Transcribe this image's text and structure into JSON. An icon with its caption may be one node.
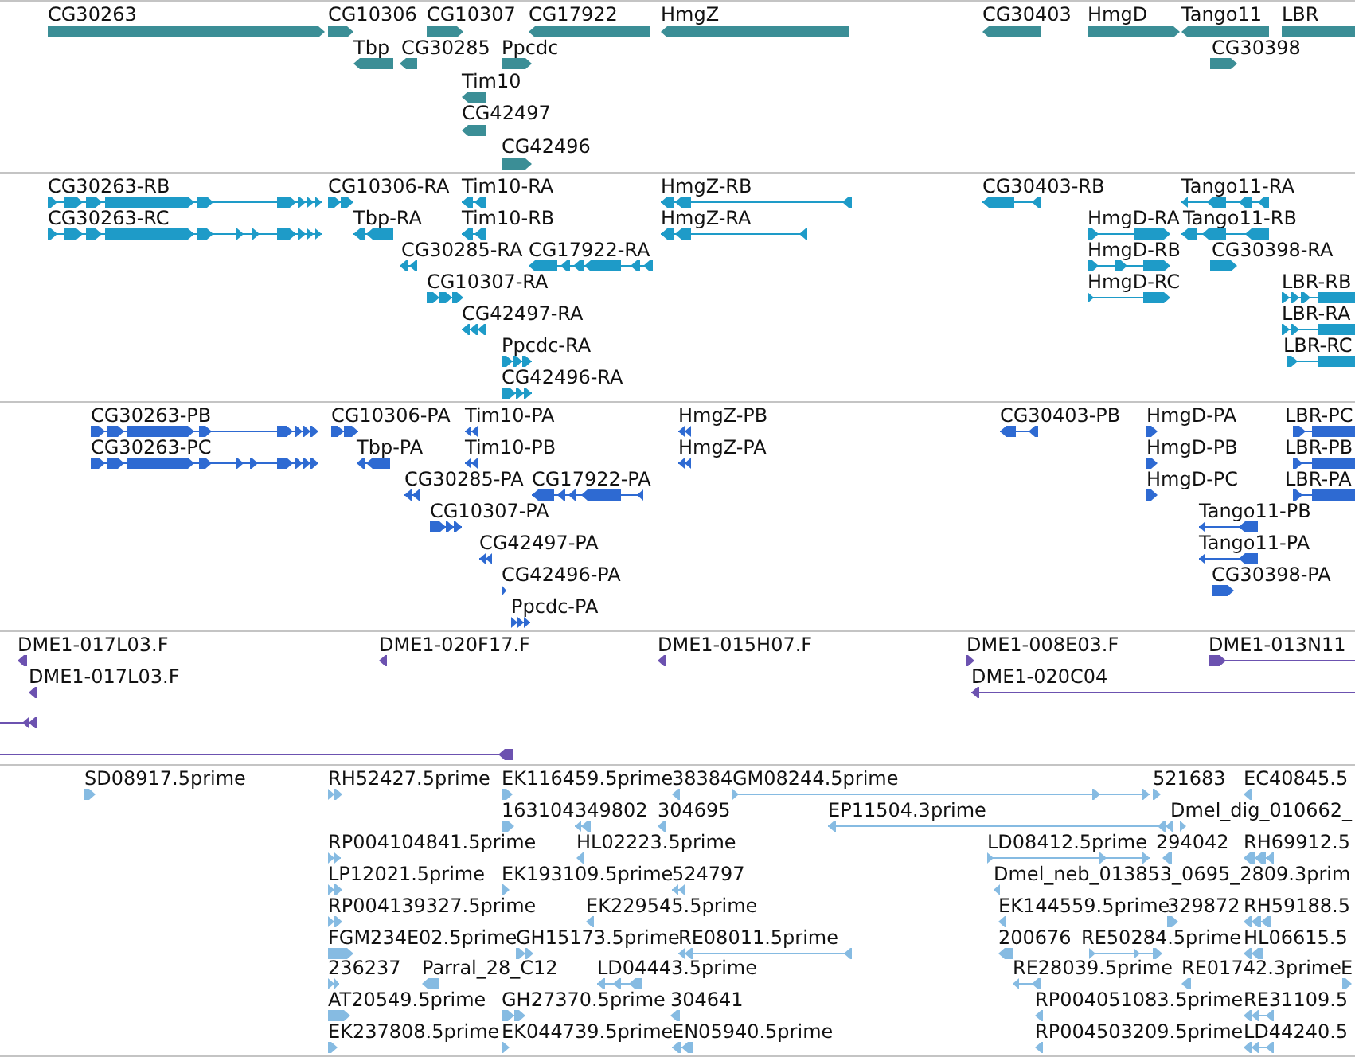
{
  "diagram": {
    "nodes": [
      {
        "text": [
          "CG30263"
        ]
      },
      {
        "text": [
          "CG10306"
        ]
      },
      {
        "text": [
          "CG10307"
        ]
      },
      {
        "text": [
          "CG17922"
        ]
      },
      {
        "text": [
          "HmgZ"
        ]
      },
      {
        "text": [
          "CG30403"
        ]
      },
      {
        "text": [
          "HmgD"
        ]
      },
      {
        "text": [
          "Tango11"
        ]
      },
      {
        "text": [
          "LBR"
        ]
      },
      {
        "text": [
          "Tbp"
        ]
      },
      {
        "text": [
          "CG30285"
        ]
      },
      {
        "text": [
          "Ppcdc"
        ]
      },
      {
        "text": [
          "CG30398"
        ]
      },
      {
        "text": [
          "Tim10"
        ]
      },
      {
        "text": [
          "CG42497"
        ]
      },
      {
        "text": [
          "CG42496"
        ]
      },
      {
        "text": [
          "CG30263-RB"
        ]
      },
      {
        "text": [
          "CG10306-RA"
        ]
      },
      {
        "text": [
          "Tim10-RA"
        ]
      },
      {
        "text": [
          "HmgZ-RB"
        ]
      },
      {
        "text": [
          "CG30403-RB"
        ]
      },
      {
        "text": [
          "Tango11-RA"
        ]
      },
      {
        "text": [
          "CG30263-RC"
        ]
      },
      {
        "text": [
          "Tbp-RA"
        ]
      },
      {
        "text": [
          "Tim10-RB"
        ]
      },
      {
        "text": [
          "HmgZ-RA"
        ]
      },
      {
        "text": [
          "HmgD-RA"
        ]
      },
      {
        "text": [
          "Tango11-RB"
        ]
      },
      {
        "text": [
          "CG30285-RA"
        ]
      },
      {
        "text": [
          "CG17922-RA"
        ]
      },
      {
        "text": [
          "HmgD-RB"
        ]
      },
      {
        "text": [
          "CG30398-RA"
        ]
      },
      {
        "text": [
          "CG10307-RA"
        ]
      },
      {
        "text": [
          "HmgD-RC"
        ]
      },
      {
        "text": [
          "LBR-RB"
        ]
      },
      {
        "text": [
          "CG42497-RA"
        ]
      },
      {
        "text": [
          "LBR-RA"
        ]
      },
      {
        "text": [
          "Ppcdc-RA"
        ]
      },
      {
        "text": [
          "LBR-RC"
        ]
      },
      {
        "text": [
          "CG42496-RA"
        ]
      },
      {
        "text": [
          "CG30263-PB"
        ]
      },
      {
        "text": [
          "CG10306-PA"
        ]
      },
      {
        "text": [
          "Tim10-PA"
        ]
      },
      {
        "text": [
          "HmgZ-PB"
        ]
      },
      {
        "text": [
          "CG30403-PB"
        ]
      },
      {
        "text": [
          "HmgD-PA"
        ]
      },
      {
        "text": [
          "LBR-PC"
        ]
      },
      {
        "text": [
          "CG30263-PC"
        ]
      },
      {
        "text": [
          "Tbp-PA"
        ]
      },
      {
        "text": [
          "Tim10-PB"
        ]
      },
      {
        "text": [
          "HmgZ-PA"
        ]
      },
      {
        "text": [
          "HmgD-PB"
        ]
      },
      {
        "text": [
          "LBR-PB"
        ]
      },
      {
        "text": [
          "CG30285-PA"
        ]
      },
      {
        "text": [
          "CG17922-PA"
        ]
      },
      {
        "text": [
          "HmgD-PC"
        ]
      },
      {
        "text": [
          "LBR-PA"
        ]
      },
      {
        "text": [
          "CG10307-PA"
        ]
      },
      {
        "text": [
          "Tango11-PB"
        ]
      },
      {
        "text": [
          "CG42497-PA"
        ]
      },
      {
        "text": [
          "Tango11-PA"
        ]
      },
      {
        "text": [
          "CG42496-PA"
        ]
      },
      {
        "text": [
          "CG30398-PA"
        ]
      },
      {
        "text": [
          "Ppcdc-PA"
        ]
      },
      {
        "text": [
          "DME1-017L03.F"
        ]
      },
      {
        "text": [
          "DME1-020F17.F"
        ]
      },
      {
        "text": [
          "DME1-015H07.F"
        ]
      },
      {
        "text": [
          "DME1-008E03.F"
        ]
      },
      {
        "text": [
          "DME1-013N11"
        ]
      },
      {
        "text": [
          "DME1-017L03.F"
        ]
      },
      {
        "text": [
          "DME1-020C04"
        ]
      },
      {
        "text": [],
        "shape": "bar"
      },
      {
        "text": [],
        "shape": "bar"
      },
      {
        "text": [
          "SD08917.5prime"
        ]
      },
      {
        "text": [
          "RH52427.5prime"
        ]
      },
      {
        "text": [
          "EK116459.5prime"
        ]
      },
      {
        "text": [
          "38384"
        ]
      },
      {
        "text": [
          "GM08244.5prime"
        ]
      },
      {
        "text": [
          "521683"
        ]
      },
      {
        "text": [
          "EC40845.5"
        ]
      },
      {
        "text": [
          "163104"
        ]
      },
      {
        "text": [
          "349802"
        ]
      },
      {
        "text": [
          "304695"
        ]
      },
      {
        "text": [
          "EP11504.3prime"
        ]
      },
      {
        "text": [
          "Dmel_dig_010662_"
        ]
      },
      {
        "text": [
          "RP004104841.5prime"
        ]
      },
      {
        "text": [
          "HL02223.5prime"
        ]
      },
      {
        "text": [
          "LD08412.5prime"
        ]
      },
      {
        "text": [
          "294042"
        ]
      },
      {
        "text": [
          "RH69912.5"
        ]
      },
      {
        "text": [
          "LP12021.5prime"
        ]
      },
      {
        "text": [
          "EK193109.5prime"
        ]
      },
      {
        "text": [
          "524797"
        ]
      },
      {
        "text": [
          "Dmel_neb_013853_0695_2809.3prim"
        ]
      },
      {
        "text": [
          "RP004139327.5prime"
        ]
      },
      {
        "text": [
          "EK229545.5prime"
        ]
      },
      {
        "text": [
          "EK144559.5prime"
        ]
      },
      {
        "text": [
          "329872"
        ]
      },
      {
        "text": [
          "RH59188.5"
        ]
      },
      {
        "text": [
          "FGM234E02.5prime"
        ]
      },
      {
        "text": [
          "GH15173.5prime"
        ]
      },
      {
        "text": [
          "RE08011.5prime"
        ]
      },
      {
        "text": [
          "200676"
        ]
      },
      {
        "text": [
          "RE50284.5prime"
        ]
      },
      {
        "text": [
          "HL06615.5"
        ]
      },
      {
        "text": [
          "236237"
        ]
      },
      {
        "text": [
          "Parral_28_C12"
        ]
      },
      {
        "text": [
          "LD04443.5prime"
        ]
      },
      {
        "text": [
          "RE28039.5prime"
        ]
      },
      {
        "text": [
          "RE01742.3prime"
        ]
      },
      {
        "text": [
          "E"
        ]
      },
      {
        "text": [
          "AT20549.5prime"
        ]
      },
      {
        "text": [
          "GH27370.5prime"
        ]
      },
      {
        "text": [
          "304641"
        ]
      },
      {
        "text": [
          "RP004051083.5prime"
        ]
      },
      {
        "text": [
          "RE31109.5"
        ]
      },
      {
        "text": [
          "EK237808.5prime"
        ]
      },
      {
        "text": [
          "EK044739.5prime"
        ]
      },
      {
        "text": [
          "EN05940.5prime"
        ]
      },
      {
        "text": [
          "RP004503209.5prime"
        ]
      },
      {
        "text": [
          "LD44240.5"
        ]
      }
    ]
  }
}
